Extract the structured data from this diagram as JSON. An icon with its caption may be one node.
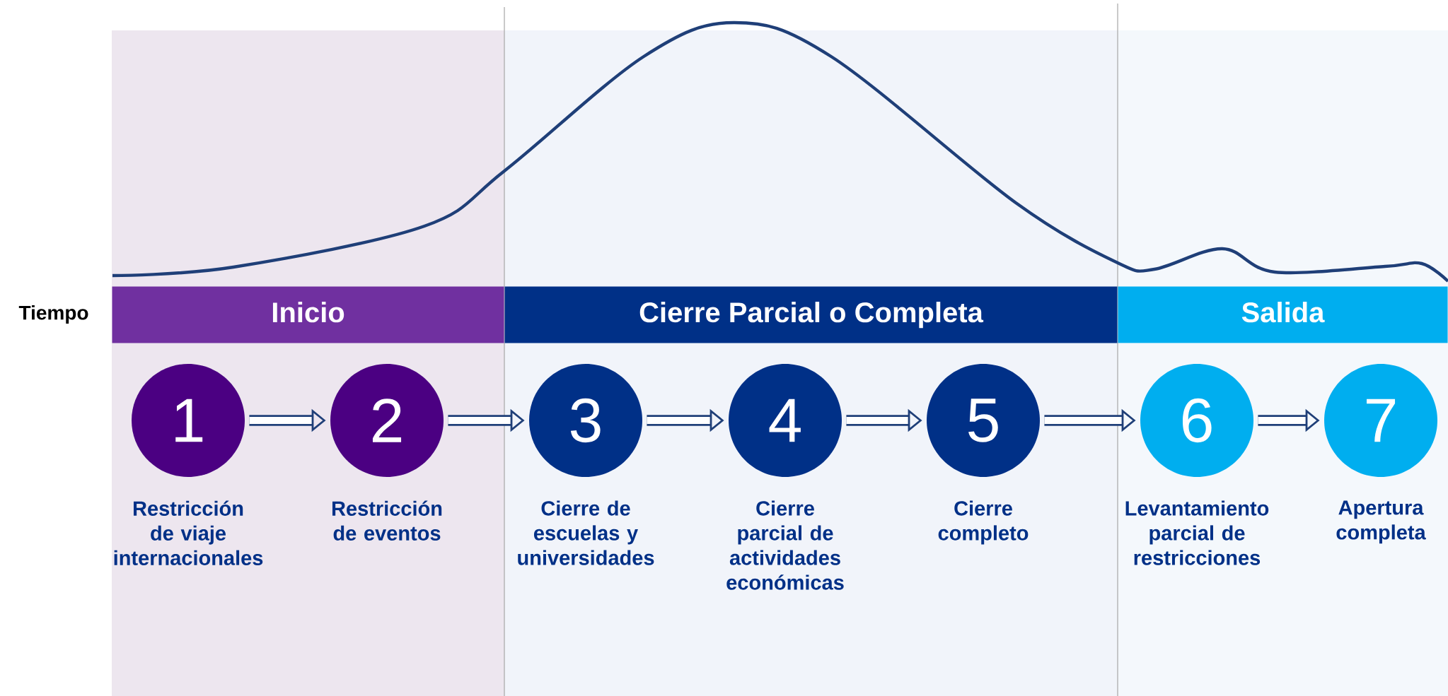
{
  "diagram": {
    "nodes": [
      {
        "text": [
          "Inicio"
        ]
      },
      {
        "text": [
          "Cierre Parcial o Completa"
        ]
      },
      {
        "text": [
          "Salida"
        ]
      },
      {
        "text": [
          "1"
        ],
        "beside": [
          "Restricción de viaje internacionales"
        ]
      },
      {
        "text": [
          "2"
        ],
        "beside": [
          "Restricción de eventos"
        ]
      },
      {
        "text": [
          "3"
        ],
        "beside": [
          "Cierre de escuelas y universidades"
        ]
      },
      {
        "text": [
          "4"
        ],
        "beside": [
          "Cierre parcial de actividades económicas"
        ]
      },
      {
        "text": [
          "5"
        ],
        "beside": [
          "Cierre completo"
        ]
      },
      {
        "text": [
          "6"
        ],
        "beside": [
          "Levantamiento parcial de restricciones"
        ]
      },
      {
        "text": [
          "7"
        ],
        "beside": [
          "Apertura completa"
        ]
      }
    ],
    "edges": [
      {
        "from": 3,
        "to": 4,
        "arrow": "to"
      },
      {
        "from": 4,
        "to": 5,
        "arrow": "to"
      },
      {
        "from": 5,
        "to": 6,
        "arrow": "to"
      },
      {
        "from": 6,
        "to": 7,
        "arrow": "to"
      },
      {
        "from": 7,
        "to": 8,
        "arrow": "to"
      },
      {
        "from": 8,
        "to": 9,
        "arrow": "to"
      }
    ],
    "labels": [
      "Tiempo"
    ]
  }
}
